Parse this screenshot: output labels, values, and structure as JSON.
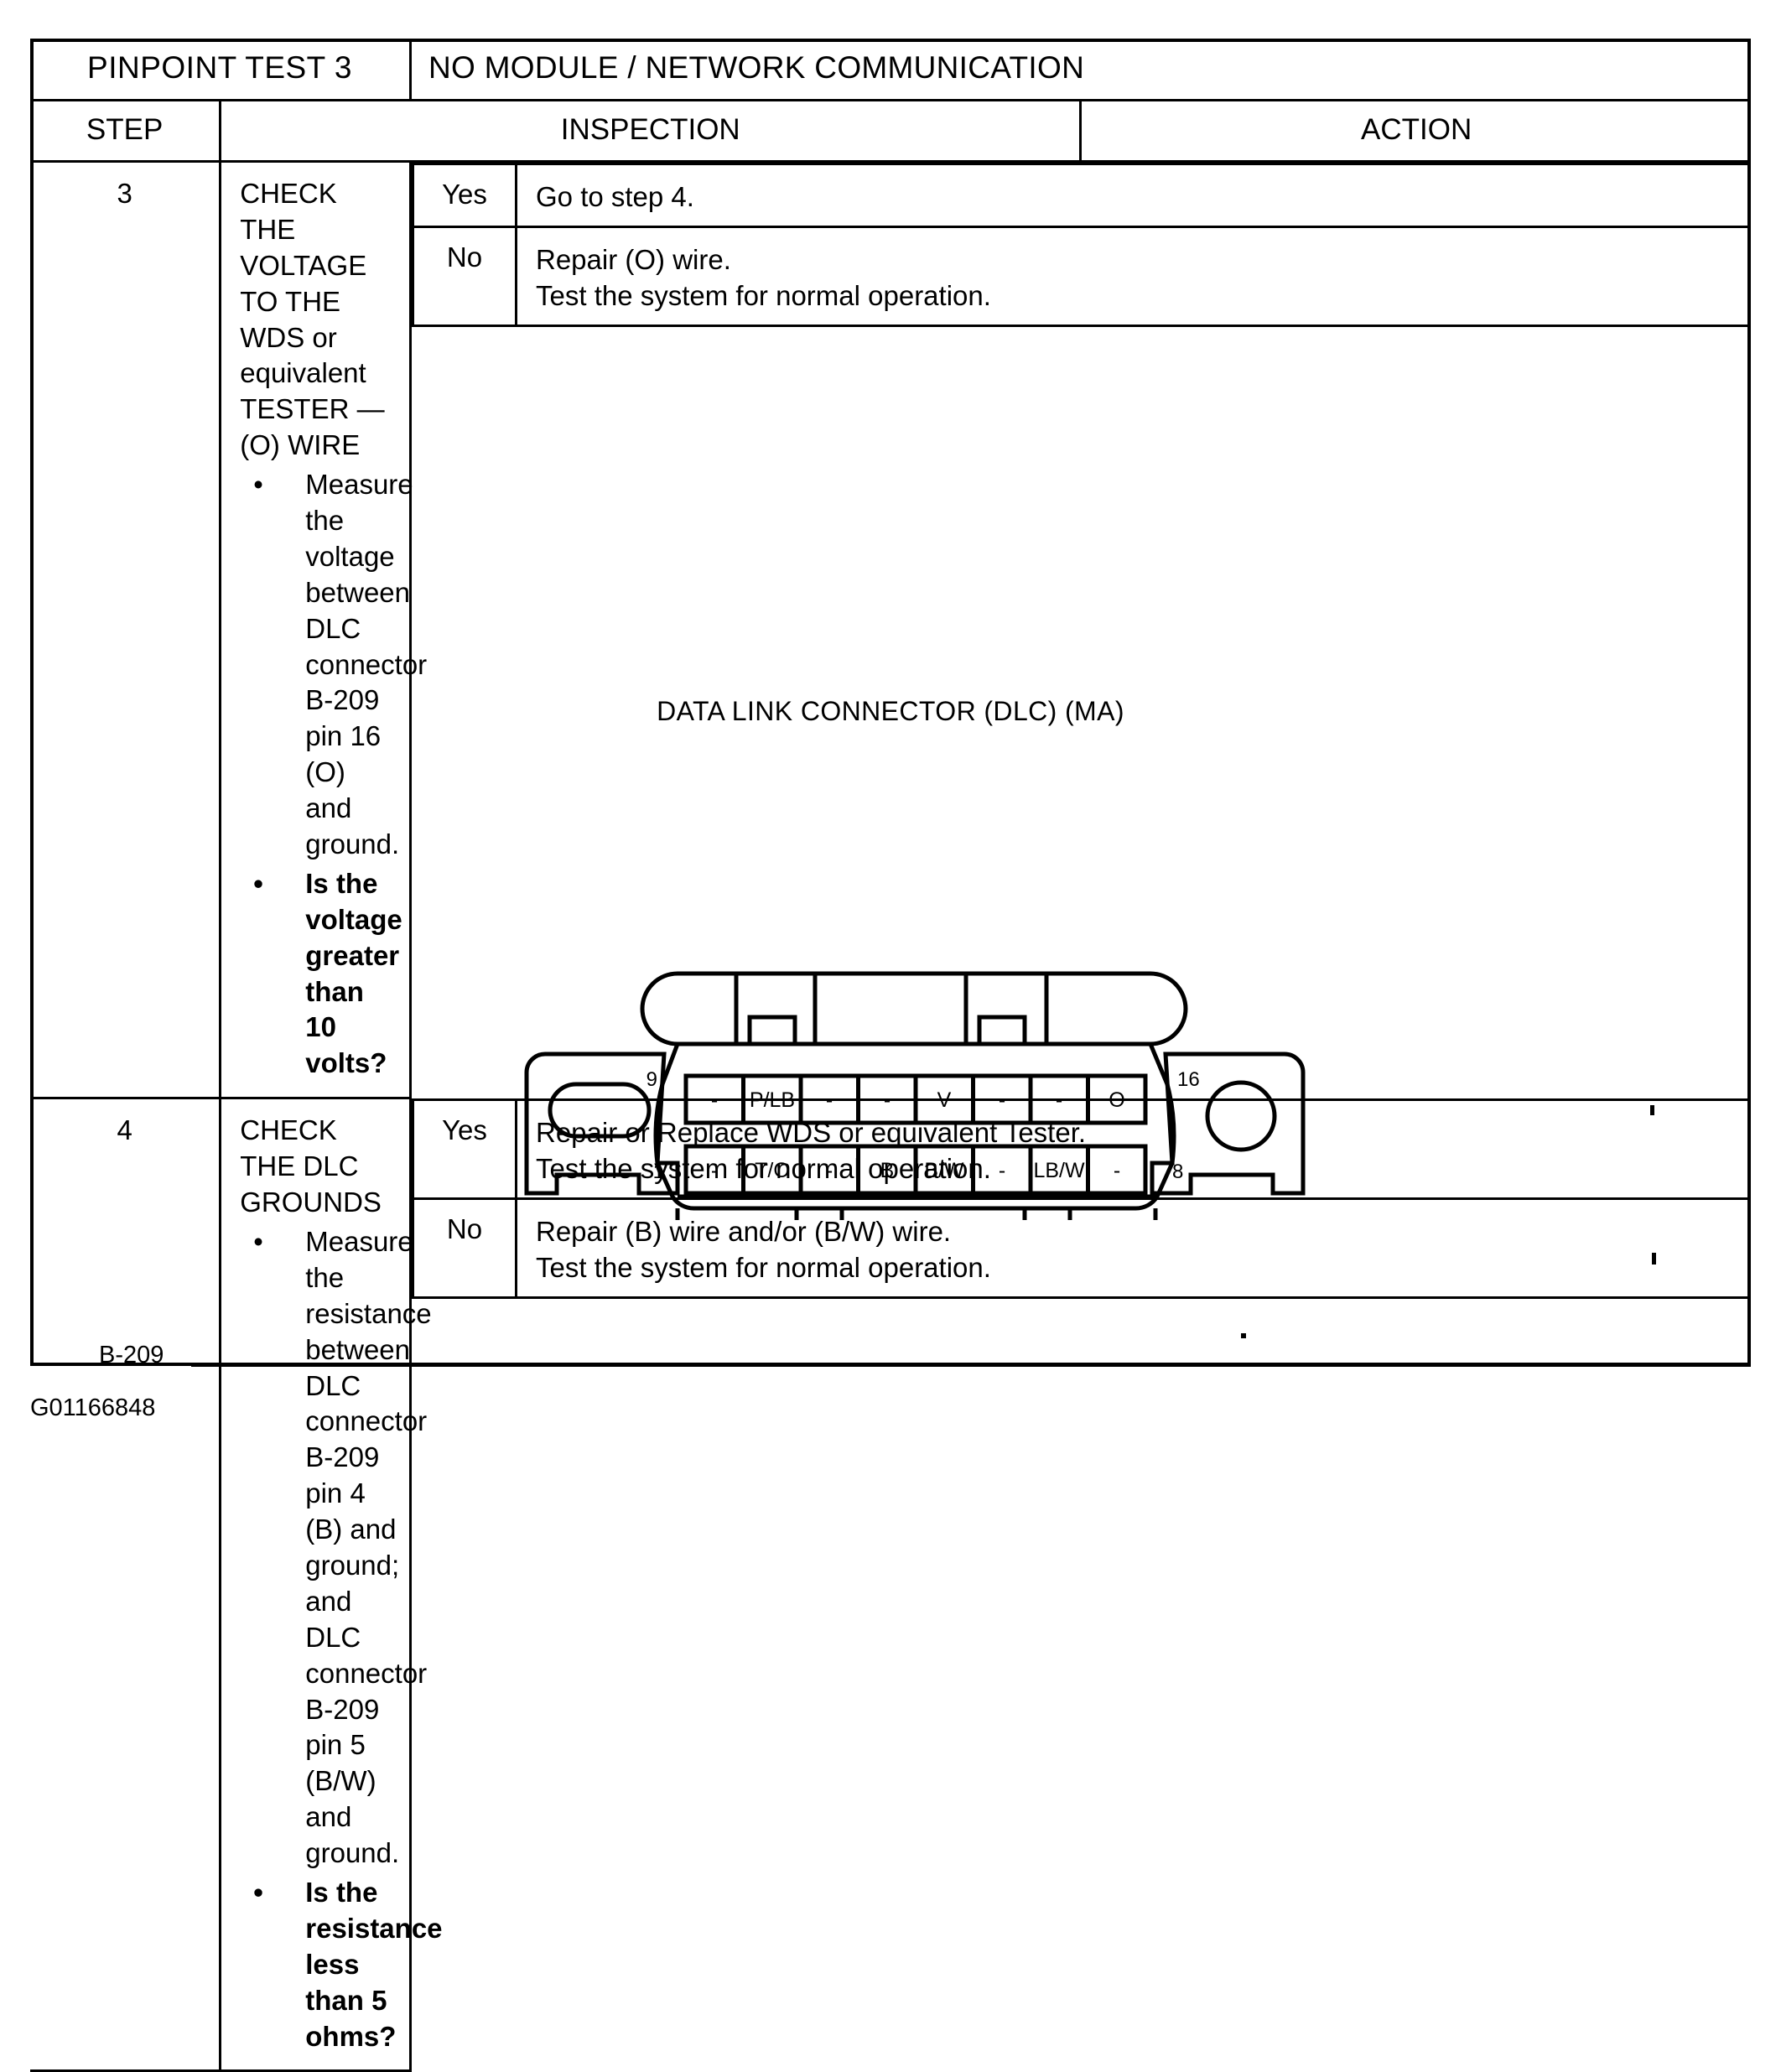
{
  "document": {
    "header": {
      "test_label": "PINPOINT TEST 3",
      "test_name": "NO MODULE / NETWORK COMMUNICATION"
    },
    "columns": {
      "step": "STEP",
      "inspection": "INSPECTION",
      "action": "ACTION"
    },
    "steps": [
      {
        "number": "3",
        "inspection_title": "CHECK THE VOLTAGE TO THE WDS or equivalent TESTER — (O) WIRE",
        "bullets": [
          {
            "text": "Measure the voltage between DLC connector B-209 pin 16 (O) and ground.",
            "bold": false
          },
          {
            "text": "Is the voltage greater than 10 volts?",
            "bold": true
          }
        ],
        "actions": [
          {
            "answer": "Yes",
            "lines": [
              "Go to step 4."
            ]
          },
          {
            "answer": "No",
            "lines": [
              "Repair (O) wire.",
              "Test the system for normal operation."
            ]
          }
        ]
      },
      {
        "number": "4",
        "inspection_title": "CHECK THE DLC GROUNDS",
        "bullets": [
          {
            "text": "Measure the resistance between DLC connector B-209 pin 4 (B) and ground; and DLC connector B-209 pin 5 (B/W) and ground.",
            "bold": false
          },
          {
            "text": "Is the resistance less than 5 ohms?",
            "bold": true
          }
        ],
        "actions": [
          {
            "answer": "Yes",
            "lines": [
              "Repair or Replace WDS or equivalent Tester.",
              "Test the system for normal operation."
            ]
          },
          {
            "answer": "No",
            "lines": [
              "Repair (B) wire and/or (B/W) wire.",
              "Test the system for normal operation."
            ]
          }
        ]
      }
    ],
    "diagram": {
      "caption": "DATA LINK CONNECTOR (DLC) (MA)",
      "pin_labels": {
        "top_left": "9",
        "top_right": "16",
        "bottom_left": "1",
        "bottom_right": "8"
      },
      "top_row_cells": [
        "-",
        "P/LB",
        "-",
        "-",
        "V",
        "-",
        "-",
        "O"
      ],
      "bottom_row_cells": [
        "-",
        "T/O",
        "-",
        "B",
        "B/W",
        "-",
        "LB/W",
        "-"
      ]
    },
    "footer": {
      "connector_id": "B-209",
      "figure_code": "G01166848"
    },
    "colors": {
      "ink": "#000000",
      "paper": "#ffffff"
    }
  }
}
